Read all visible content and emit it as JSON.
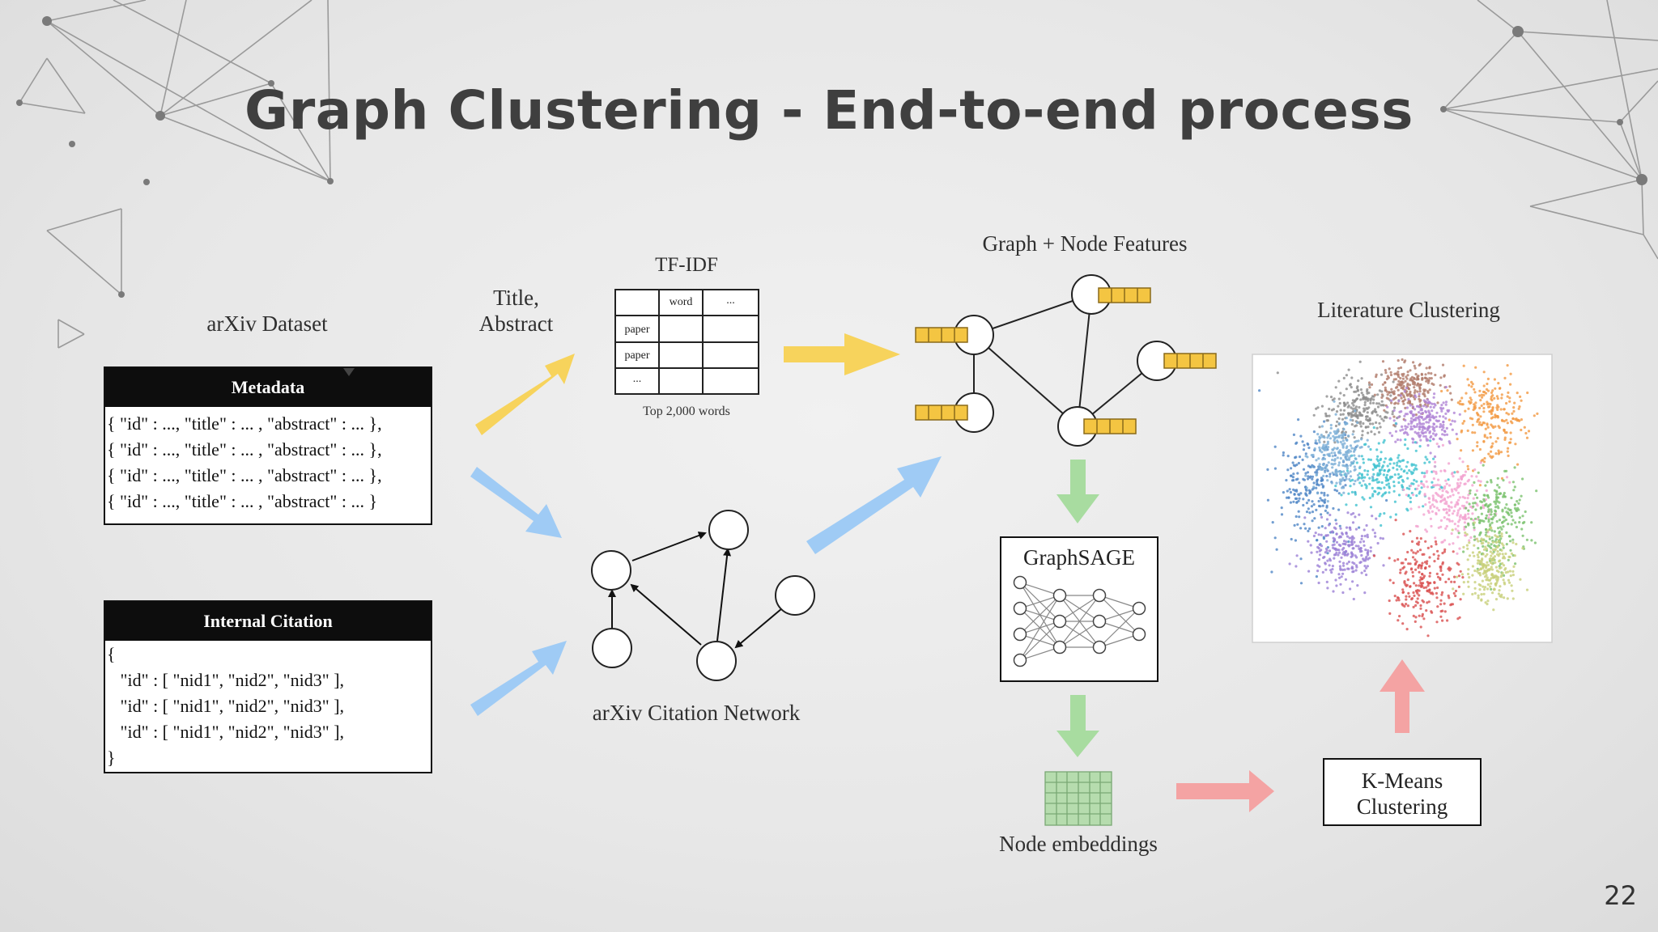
{
  "title": "Graph Clustering - End-to-end process",
  "page_number": "22",
  "dataset_label": "arXiv Dataset",
  "metadata": {
    "header": "Metadata",
    "lines": [
      "{ \"id\" : ..., \"title\" : ... , \"abstract\" : ... },",
      "{ \"id\" : ..., \"title\" : ... , \"abstract\" : ... },",
      "{ \"id\" : ..., \"title\" : ... , \"abstract\" : ... },",
      "{ \"id\" : ..., \"title\" : ... , \"abstract\" : ... }"
    ]
  },
  "citation": {
    "header": "Internal Citation",
    "lines": [
      "{",
      "   \"id\" : [ \"nid1\", \"nid2\", \"nid3\" ],",
      "   \"id\" : [ \"nid1\", \"nid2\", \"nid3\" ],",
      "   \"id\" : [ \"nid1\", \"nid2\", \"nid3\" ],",
      "}"
    ]
  },
  "title_abstract_label": [
    "Title,",
    "Abstract"
  ],
  "tfidf": {
    "title": "TF-IDF",
    "header_cells": [
      "",
      "word",
      "..."
    ],
    "row_labels": [
      "paper",
      "paper",
      "..."
    ],
    "caption": "Top 2,000 words"
  },
  "citation_network_label": "arXiv Citation Network",
  "graph_features_label": "Graph + Node Features",
  "graphsage_label": "GraphSAGE",
  "node_embeddings_label": "Node embeddings",
  "kmeans_label": [
    "K-Means",
    "Clustering"
  ],
  "literature_label": "Literature Clustering",
  "colors": {
    "yellow_arrow": "#f7d35c",
    "blue_arrow": "#9fcbf5",
    "green_arrow": "#a8dca0",
    "red_arrow": "#f4a3a3",
    "feature_bar": "#f4c542",
    "embedding_grid": "#b6dcae"
  }
}
